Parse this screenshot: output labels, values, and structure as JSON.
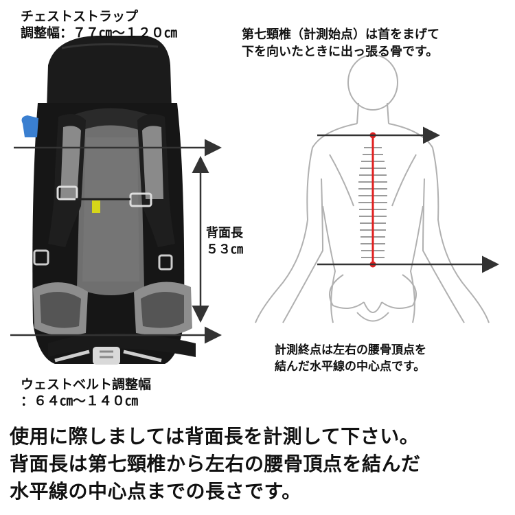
{
  "chest_strap": {
    "line1": "チェストストラップ",
    "line2": "調整幅：７７㎝～１２０㎝"
  },
  "waist_belt": {
    "line1": "ウェストベルト調整幅",
    "line2": "：６４㎝～１４０㎝"
  },
  "back_length": {
    "label": "背面長",
    "value": "５３㎝"
  },
  "c7_note": {
    "line1": "第七頸椎（計測始点）は首をまげて",
    "line2": "下を向いたときに出っ張る骨です。"
  },
  "end_note": {
    "line1": "計測終点は左右の腰骨頂点を",
    "line2": "結んだ水平線の中心点です。"
  },
  "bottom_text": {
    "line1": "使用に際しましては背面長を計測して下さい。",
    "line2": "背面長は第七頸椎から左右の腰骨頂点を結んだ",
    "line3": "水平線の中心点までの長さです。"
  },
  "colors": {
    "backpack": "#1a1a1a",
    "padding_grey": "#8a8a8a",
    "mesh_grey": "#6f6f6f",
    "body_outline": "#b0b0b0",
    "spine_red": "#e02020",
    "arrow": "#333333"
  }
}
